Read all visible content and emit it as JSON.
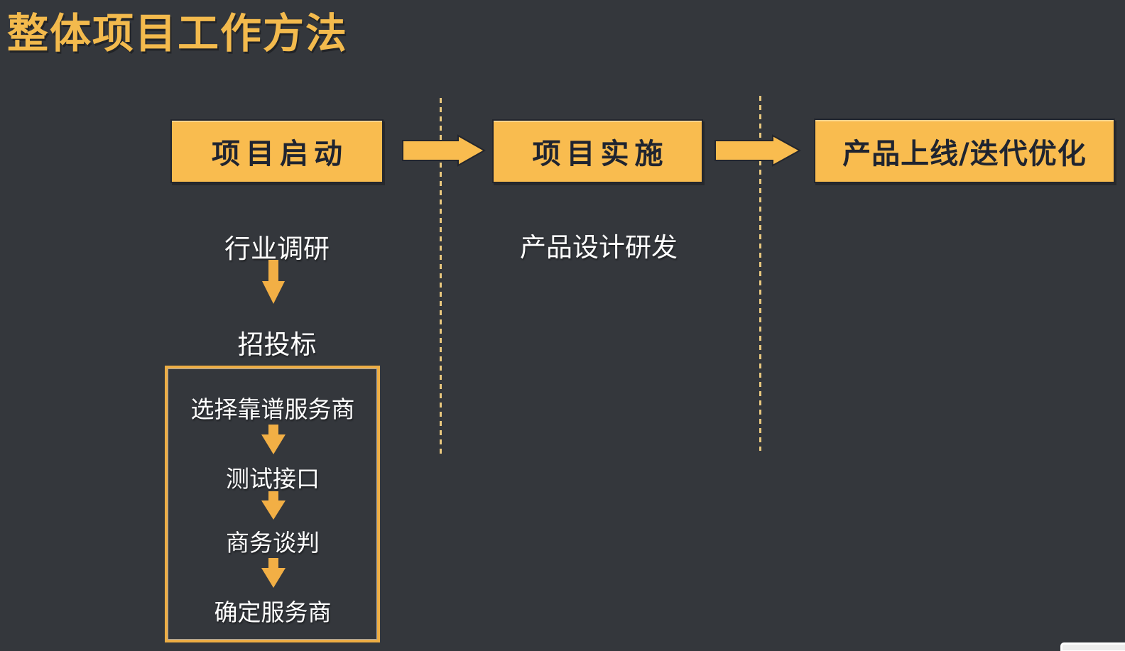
{
  "title": "整体项目工作方法",
  "colors": {
    "background": "#34373C",
    "accent_box": "#F9BC4F",
    "accent_arrow": "#F2AF45",
    "box_text": "#1F2430",
    "white_text": "#FFFFFF",
    "box_outline": "#23262E",
    "divider_dash": "#E9C87E",
    "subbox_border": "#EDAD44"
  },
  "flow": {
    "stages": [
      {
        "label": "项目启动"
      },
      {
        "label": "项目实施"
      },
      {
        "label": "产品上线/迭代优化"
      }
    ]
  },
  "stage1_detail": {
    "step1": "行业调研",
    "step2": "招投标",
    "substeps": [
      "选择靠谱服务商",
      "测试接口",
      "商务谈判",
      "确定服务商"
    ]
  },
  "stage2_detail": {
    "step1": "产品设计研发"
  }
}
